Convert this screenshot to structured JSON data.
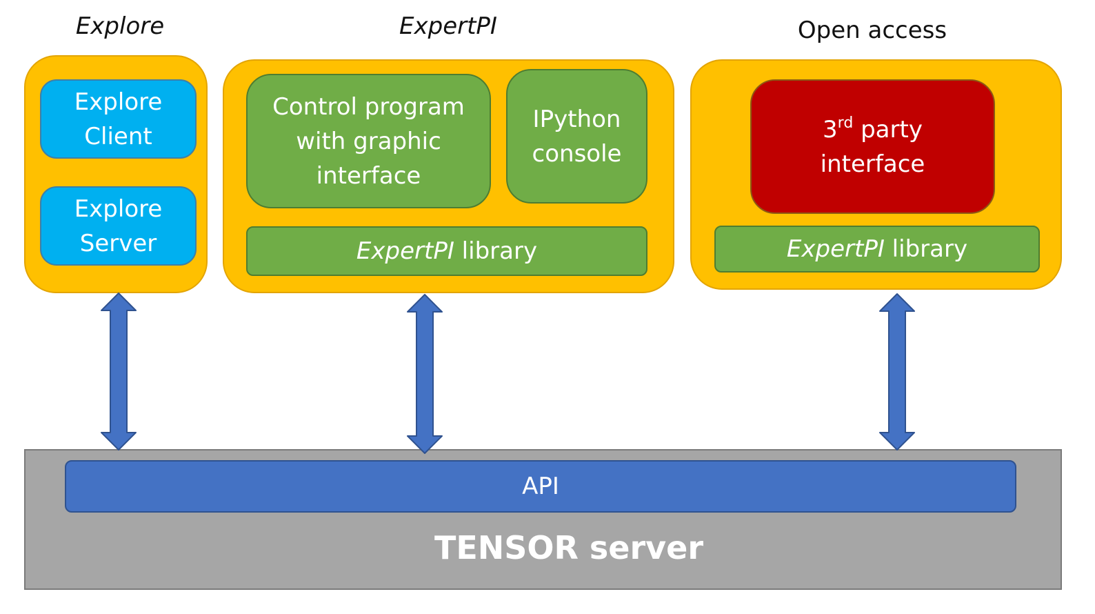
{
  "groups": {
    "explore": {
      "title": "Explore",
      "client": [
        "Explore",
        "Client"
      ],
      "server": [
        "Explore",
        "Server"
      ]
    },
    "expertpi": {
      "title": "ExpertPI",
      "control": [
        "Control program",
        "with graphic",
        "interface"
      ],
      "ipython": [
        "IPython",
        "console"
      ],
      "library_name": "ExpertPI",
      "library_suffix": " library"
    },
    "open_access": {
      "title": "Open access",
      "third_number": "3",
      "third_sup": "rd",
      "third_rest": " party",
      "third_line2": "interface",
      "library_name": "ExpertPI",
      "library_suffix": " library"
    }
  },
  "api_label": "API",
  "server_label": "TENSOR server",
  "colors": {
    "group_fill": "#FFC000",
    "explore_box": "#00B0F0",
    "expertpi_box": "#70AD47",
    "third_party_box": "#C00000",
    "api_bar": "#4472C4",
    "server_fill": "#A6A6A6",
    "arrow": "#4472C4"
  }
}
